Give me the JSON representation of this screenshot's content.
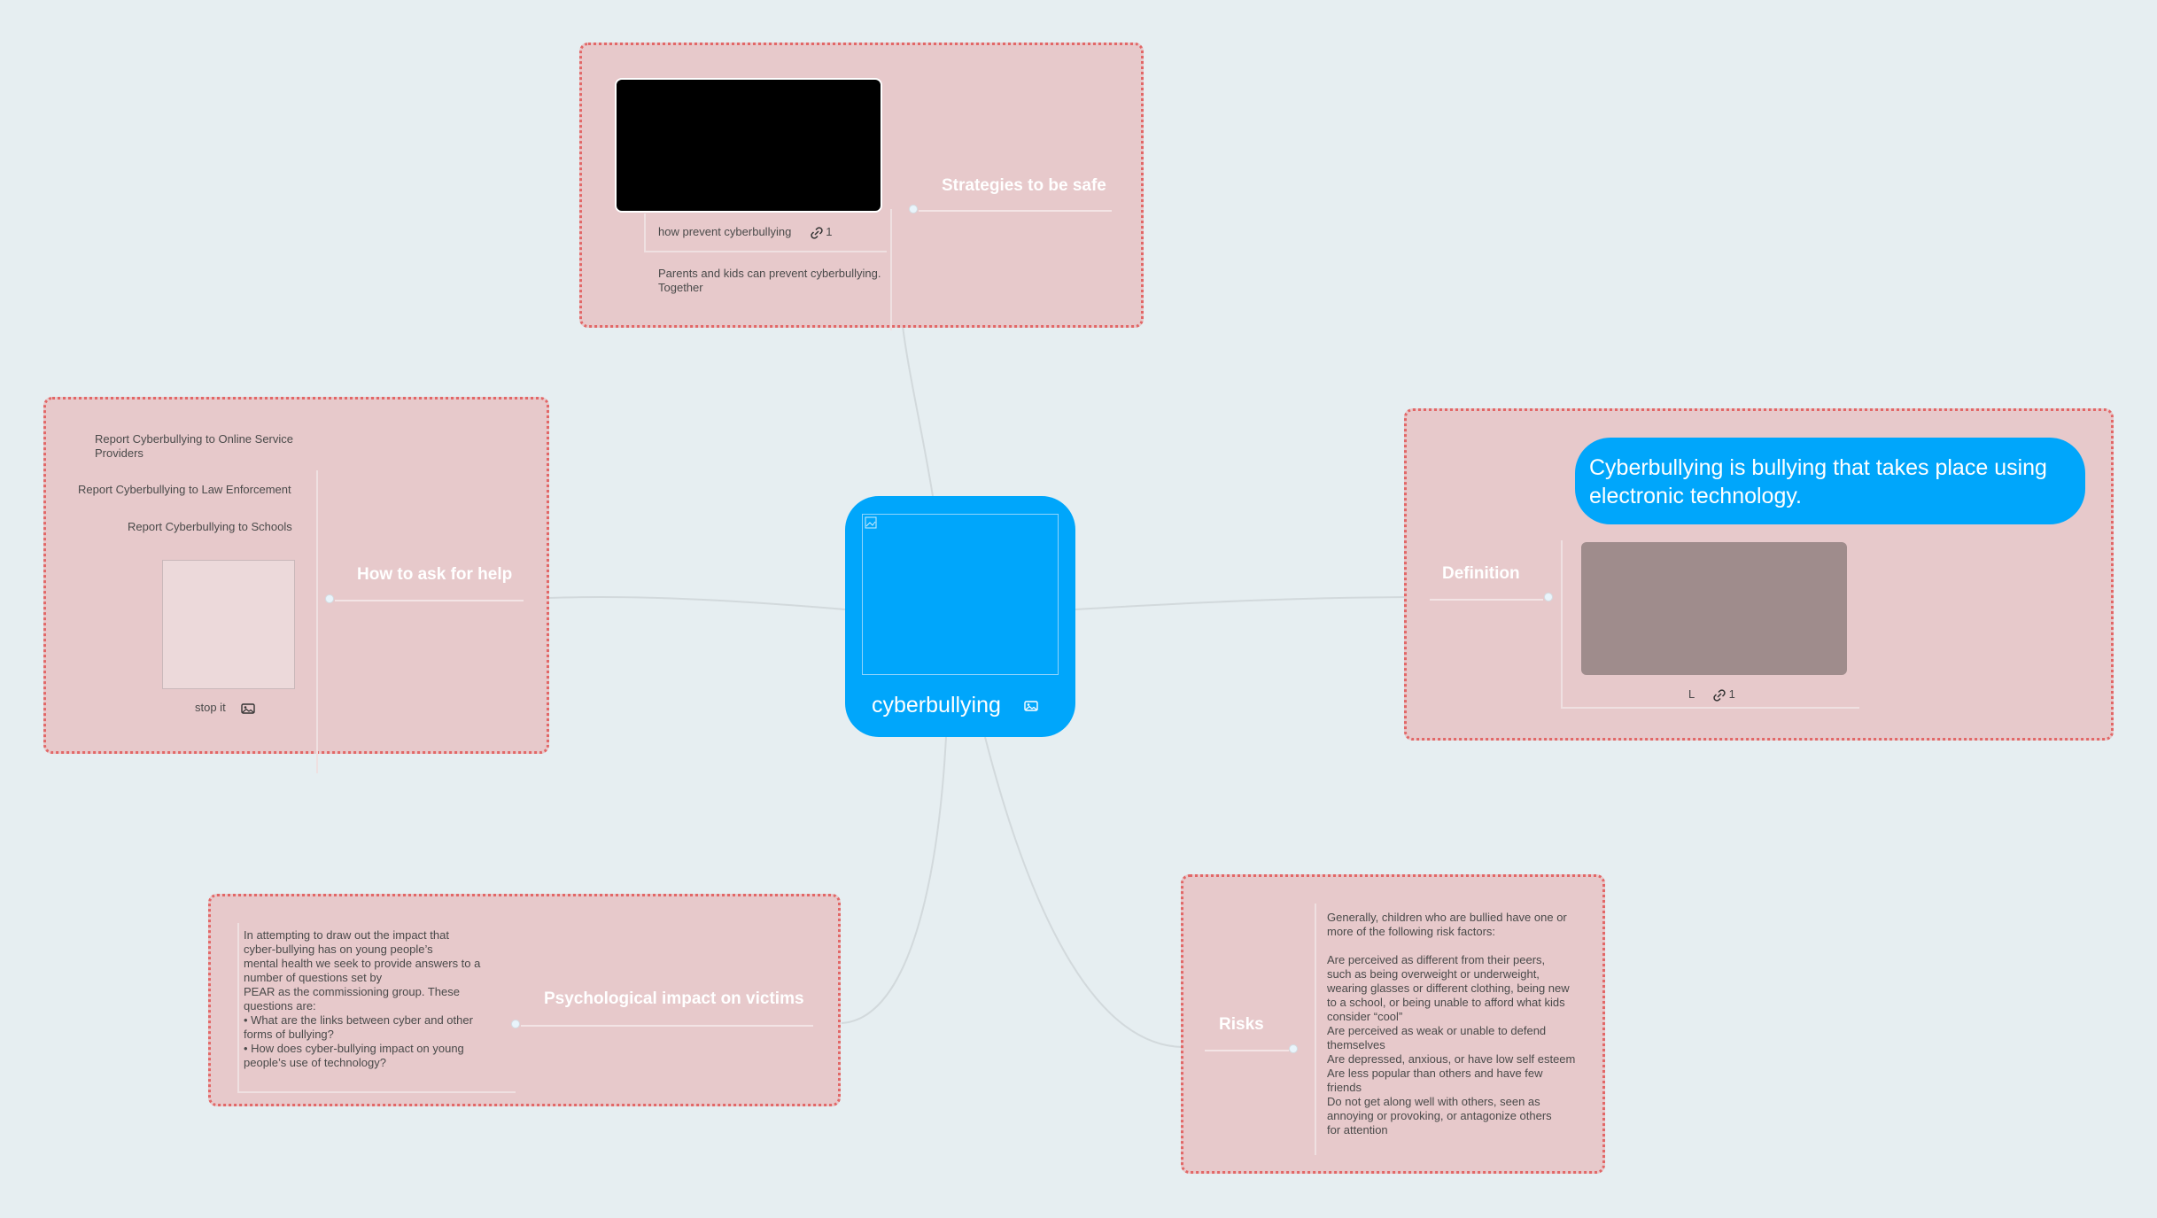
{
  "center": {
    "label": "cyberbullying",
    "icon": "image-icon",
    "color": "#00a6fb"
  },
  "colors": {
    "background": "#e6eef1",
    "region_fill": "#e7c9cb",
    "region_border": "#e26767",
    "branch_text": "#ffffff",
    "connector": "#d2d9dc"
  },
  "strategies": {
    "title": "Strategies to be safe",
    "video_label": "how prevent cyberbullying",
    "link_count": "1",
    "link_icon": "link-icon",
    "note": "Parents and kids can prevent cyberbullying. Together"
  },
  "help": {
    "title": "How to ask for help",
    "items": [
      "Report Cyberbullying to Online Service Providers",
      "Report Cyberbullying to Law Enforcement",
      "Report Cyberbullying to Schools"
    ],
    "image_label": "stop it",
    "image_icon": "image-icon"
  },
  "definition": {
    "title": "Definition",
    "bubble": "Cyberbullying is bullying that takes place using electronic technology.",
    "image_label": "L",
    "link_count": "1",
    "link_icon": "link-icon"
  },
  "psych": {
    "title": "Psychological impact on victims",
    "lines": [
      "In attempting to draw out the impact that",
      "cyber-bullying has on young people’s",
      "mental health we seek to provide answers to a",
      "number of questions set by",
      "PEAR as the commissioning group. These",
      "questions are:",
      "• What are the links between cyber and other",
      "forms of bullying?",
      "• How does cyber-bullying impact on young",
      "people’s use of technology?"
    ]
  },
  "risks": {
    "title": "Risks",
    "lines": [
      "Generally, children who are bullied have one or",
      "more of the following risk factors:",
      "",
      "Are perceived as different from their peers,",
      "such as being overweight or underweight,",
      "wearing glasses or different clothing, being new",
      "to a school, or being unable to afford what kids",
      "consider “cool”",
      "Are perceived as weak or unable to defend",
      "themselves",
      "Are depressed, anxious, or have low self esteem",
      "Are less popular than others and have few",
      "friends",
      "Do not get along well with others, seen as",
      "annoying or provoking, or antagonize others",
      "for attention"
    ]
  }
}
